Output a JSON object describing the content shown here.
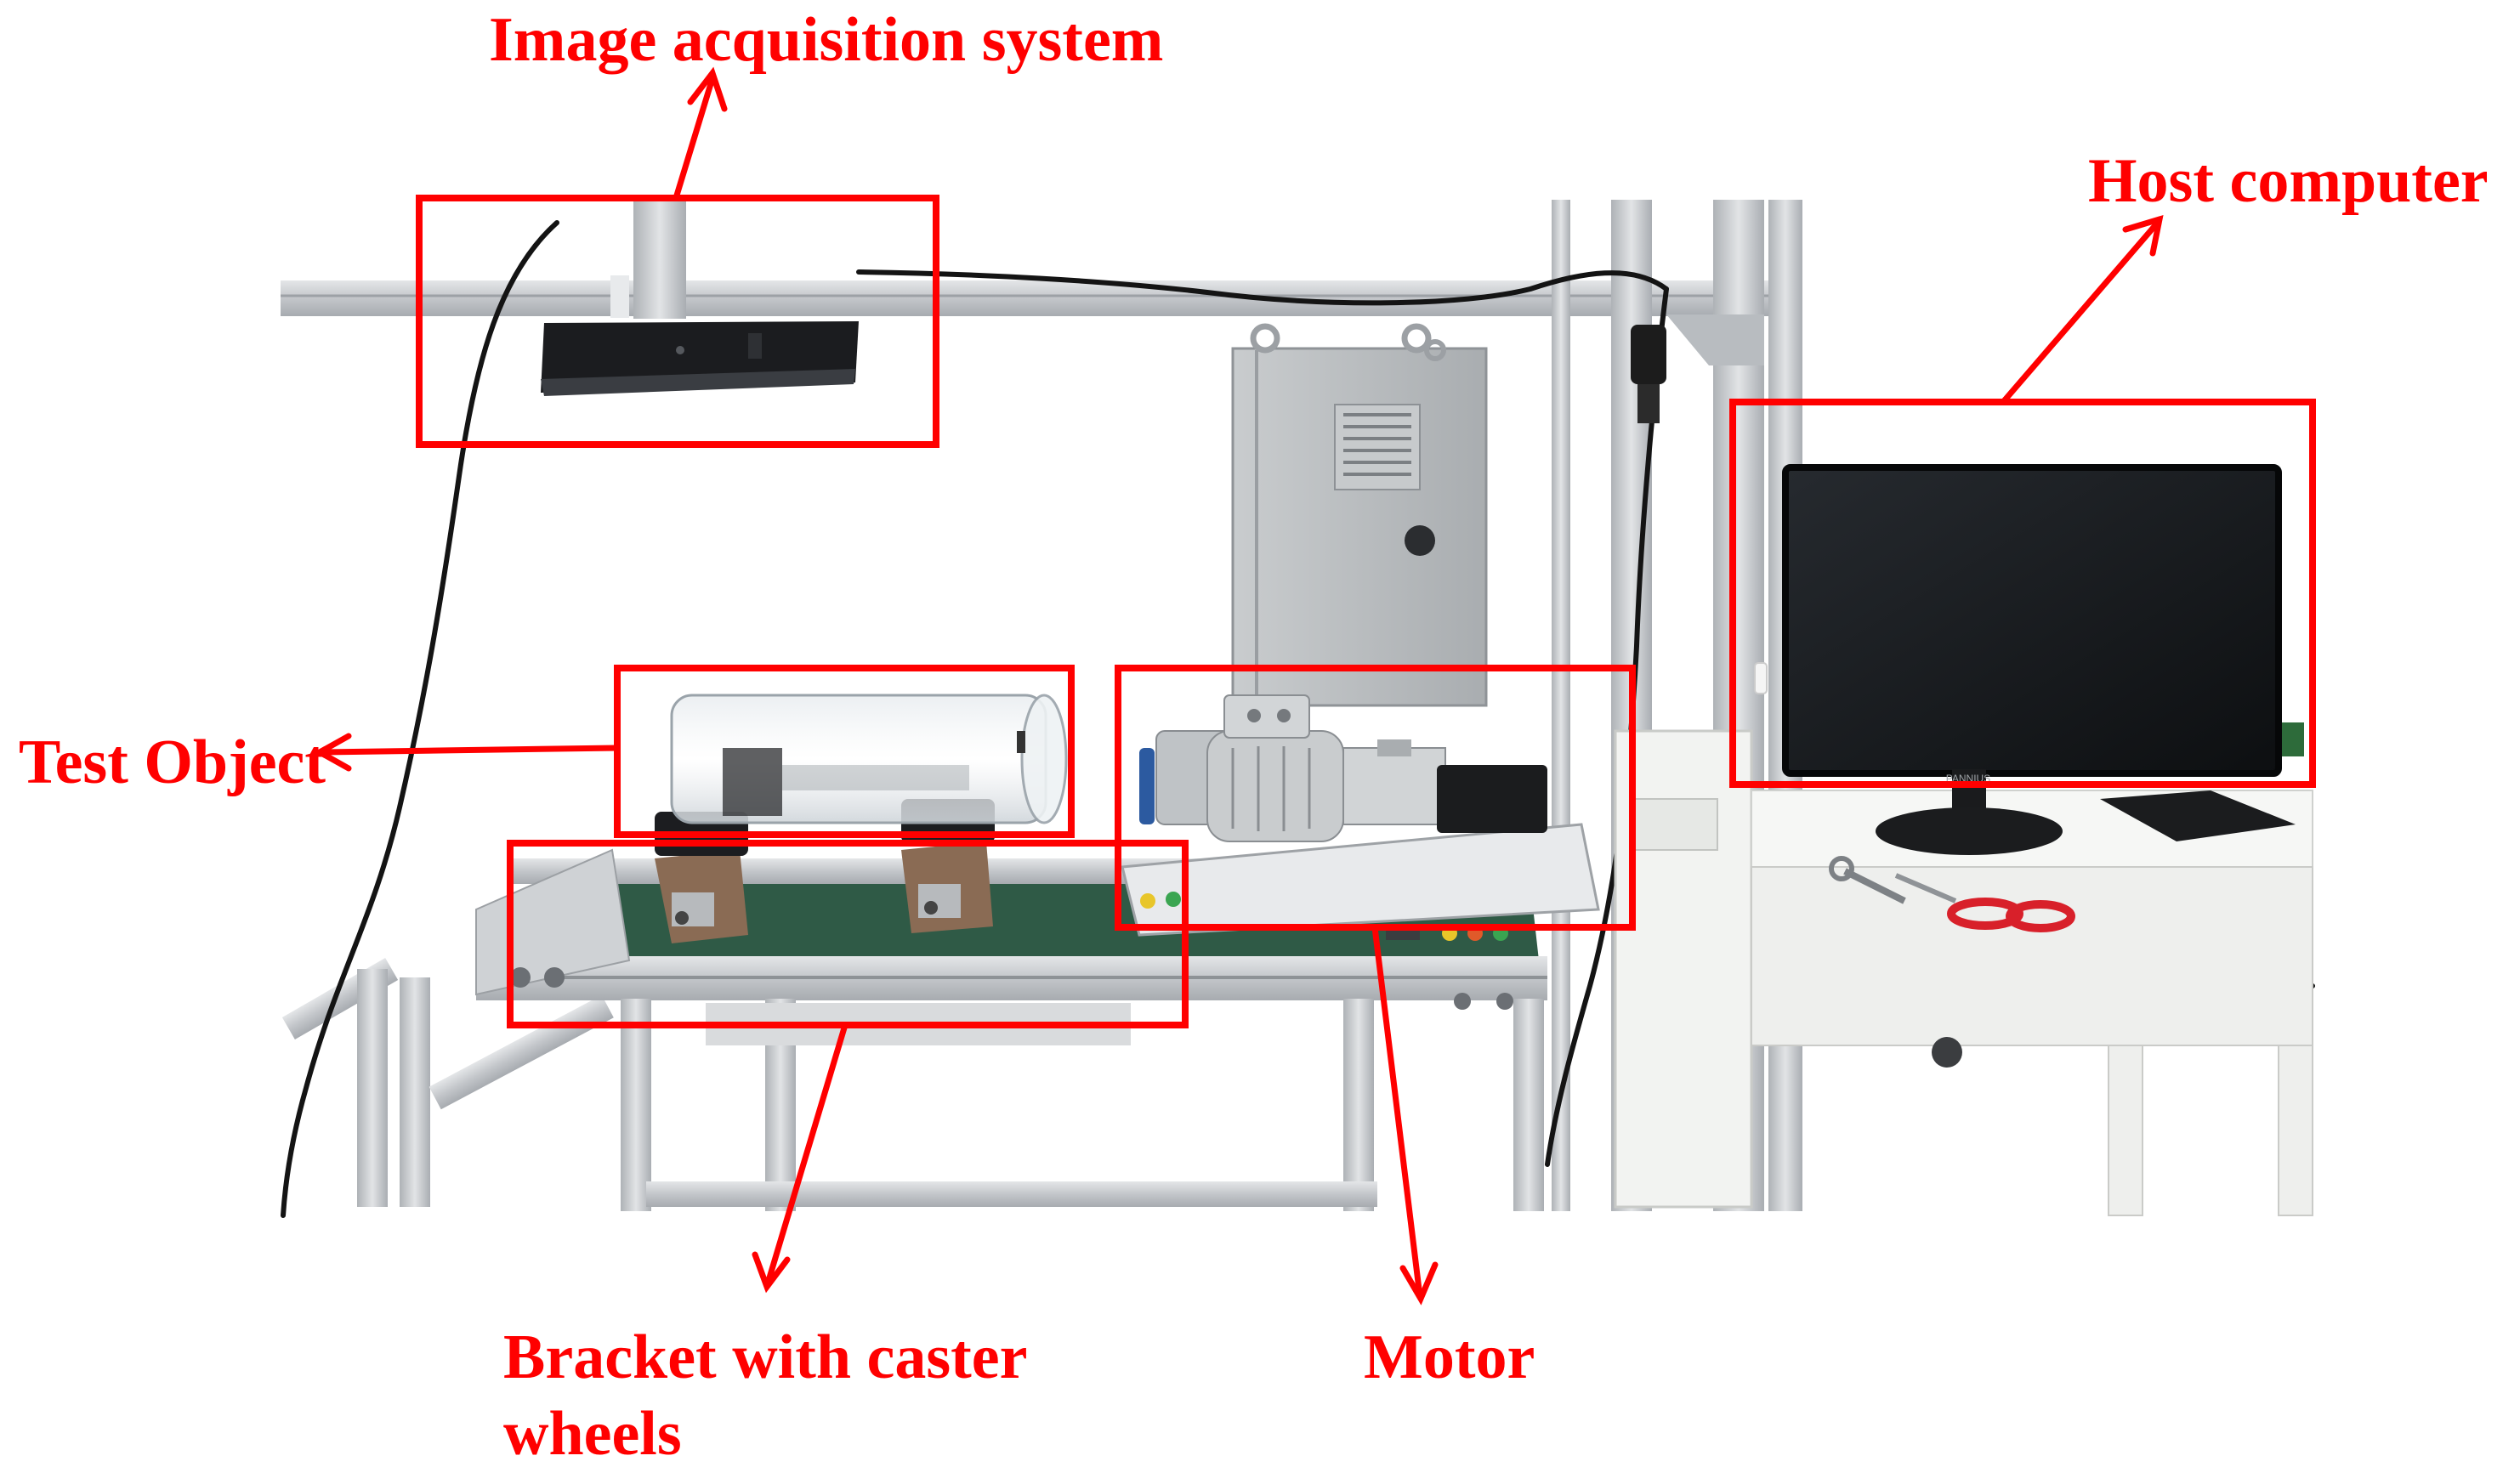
{
  "annotations": {
    "image_acquisition": "Image acquisition system",
    "host_computer": "Host computer",
    "test_object": "Test Object",
    "bracket_line1": "Bracket with caster",
    "bracket_line2": "wheels",
    "motor": "Motor",
    "monitor_brand": "PANNIUS"
  },
  "colors": {
    "annotation_red": "#ff0000",
    "frame_aluminum": "#c9ccd0",
    "cabinet_gray": "#b9bcbf",
    "belt_green": "#2f5a46",
    "monitor_black": "#15171a",
    "scissors_red": "#d8202a"
  }
}
